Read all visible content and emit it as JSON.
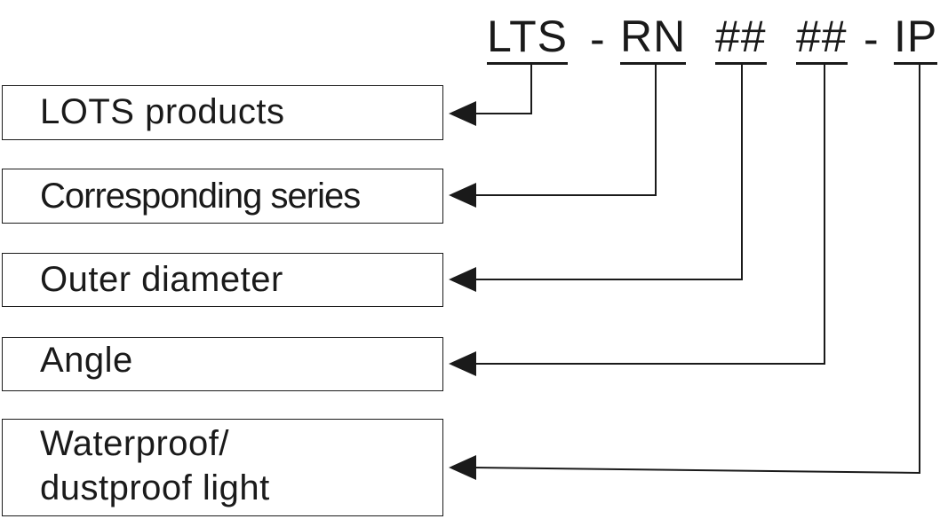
{
  "code": {
    "part_lts": "LTS",
    "sep_1": "-",
    "part_rn": "RN",
    "part_diameter": "##",
    "part_angle": "##",
    "sep_2": "-",
    "part_ip": "IP"
  },
  "boxes": {
    "lots_products": "LOTS products",
    "corresponding_series": "Corresponding series",
    "outer_diameter": "Outer diameter",
    "angle": "Angle",
    "waterproof": "Waterproof/\ndustproof light"
  },
  "colors": {
    "ink": "#1a1a1a",
    "background": "#ffffff"
  }
}
